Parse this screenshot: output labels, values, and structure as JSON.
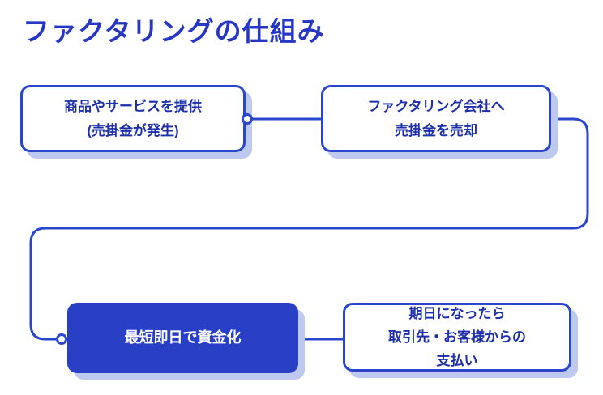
{
  "title": "ファクタリングの仕組み",
  "colors": {
    "line_and_border": "#2946cc",
    "solid_box_fill": "#283fc6",
    "drop_shadow": "#bdc9ee",
    "box_text": "#1d2fa9",
    "title_text": "#2737c3",
    "background": "#ffffff"
  },
  "flow": {
    "boxes": [
      {
        "id": "provide",
        "style": "outline",
        "lines": [
          "商品やサービスを提供",
          "(売掛金が発生)"
        ]
      },
      {
        "id": "sell",
        "style": "outline",
        "lines": [
          "ファクタリング会社へ",
          "売掛金を売却"
        ]
      },
      {
        "id": "cash",
        "style": "solid",
        "lines": [
          "最短即日で資金化"
        ]
      },
      {
        "id": "payment",
        "style": "outline",
        "lines": [
          "期日になったら",
          "取引先・お客様からの",
          "支払い"
        ]
      }
    ],
    "connections": [
      {
        "from": "provide",
        "to": "sell",
        "type": "dot-line"
      },
      {
        "from": "sell",
        "to": "cash",
        "type": "routed-line-with-dot"
      },
      {
        "from": "cash",
        "to": "payment",
        "type": "line"
      }
    ]
  }
}
